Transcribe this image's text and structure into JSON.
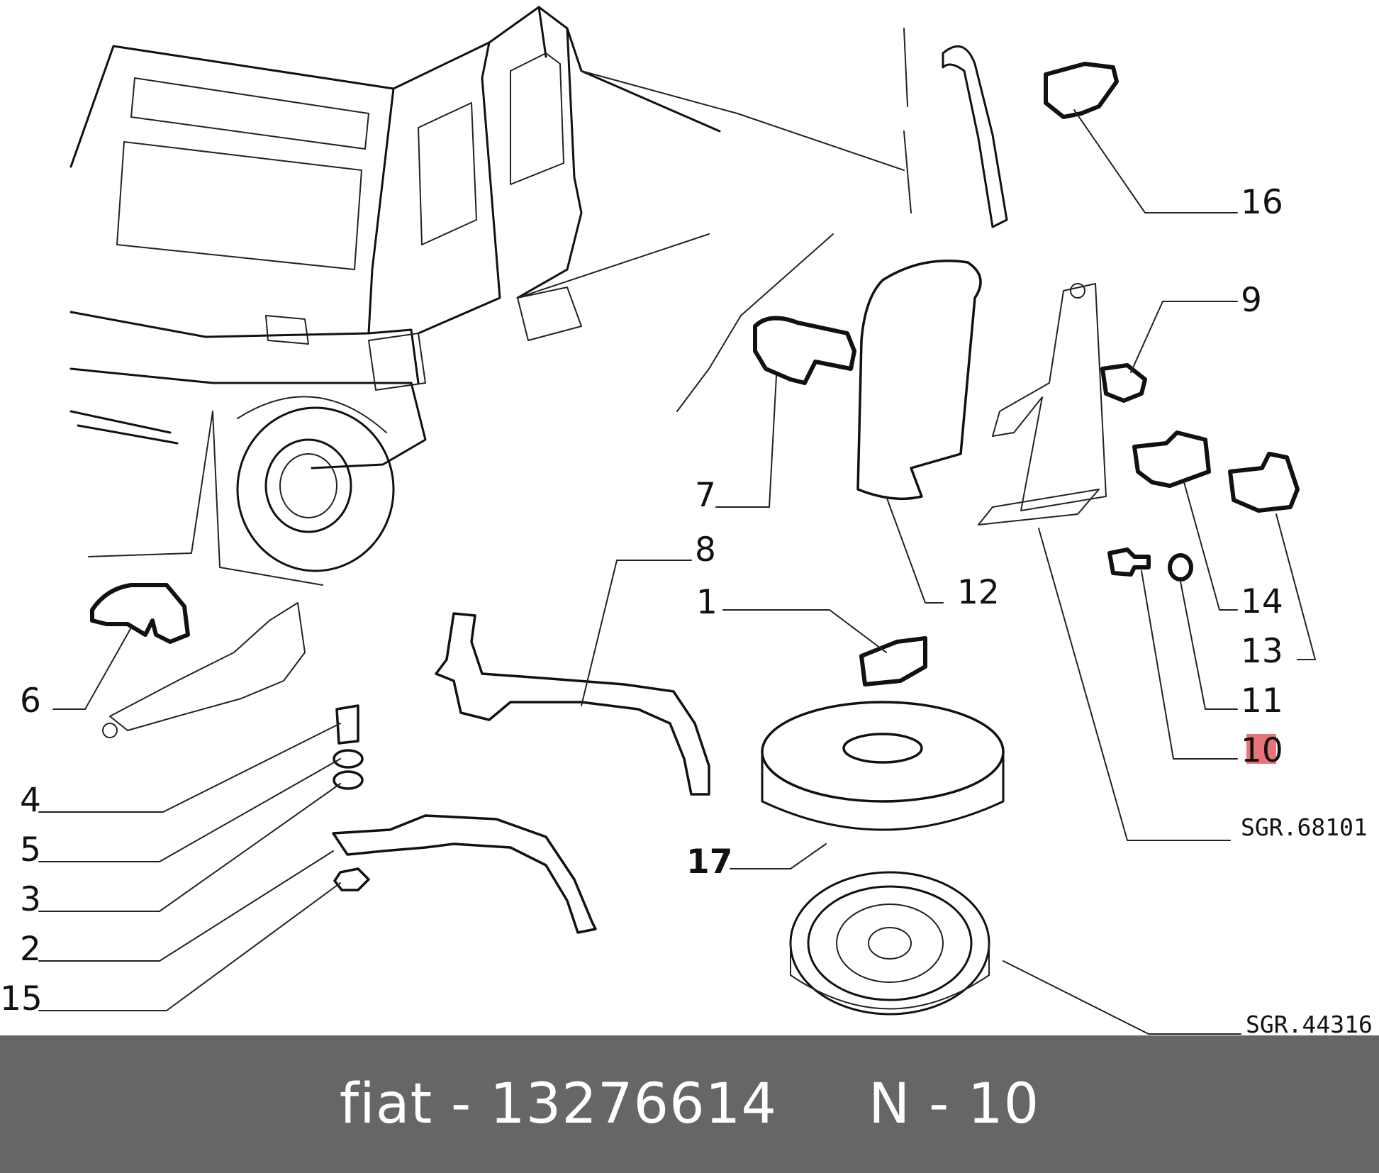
{
  "callouts": [
    {
      "id": "16",
      "text": "16"
    },
    {
      "id": "9",
      "text": "9"
    },
    {
      "id": "7",
      "text": "7"
    },
    {
      "id": "8",
      "text": "8"
    },
    {
      "id": "12",
      "text": "12"
    },
    {
      "id": "1",
      "text": "1"
    },
    {
      "id": "14",
      "text": "14"
    },
    {
      "id": "13",
      "text": "13"
    },
    {
      "id": "6",
      "text": "6"
    },
    {
      "id": "11",
      "text": "11"
    },
    {
      "id": "10",
      "text": "10"
    },
    {
      "id": "4",
      "text": "4"
    },
    {
      "id": "5",
      "text": "5"
    },
    {
      "id": "3",
      "text": "3"
    },
    {
      "id": "17",
      "text": "17"
    },
    {
      "id": "2",
      "text": "2"
    },
    {
      "id": "15",
      "text": "15"
    }
  ],
  "references": [
    {
      "id": "jack",
      "text": "SGR.68101"
    },
    {
      "id": "wheel",
      "text": "SGR.44316"
    }
  ],
  "highlight": {
    "callout": "10",
    "color": "#e9737a"
  },
  "footer": {
    "text": "fiat - 13276614     N - 10",
    "background": "#666666"
  }
}
